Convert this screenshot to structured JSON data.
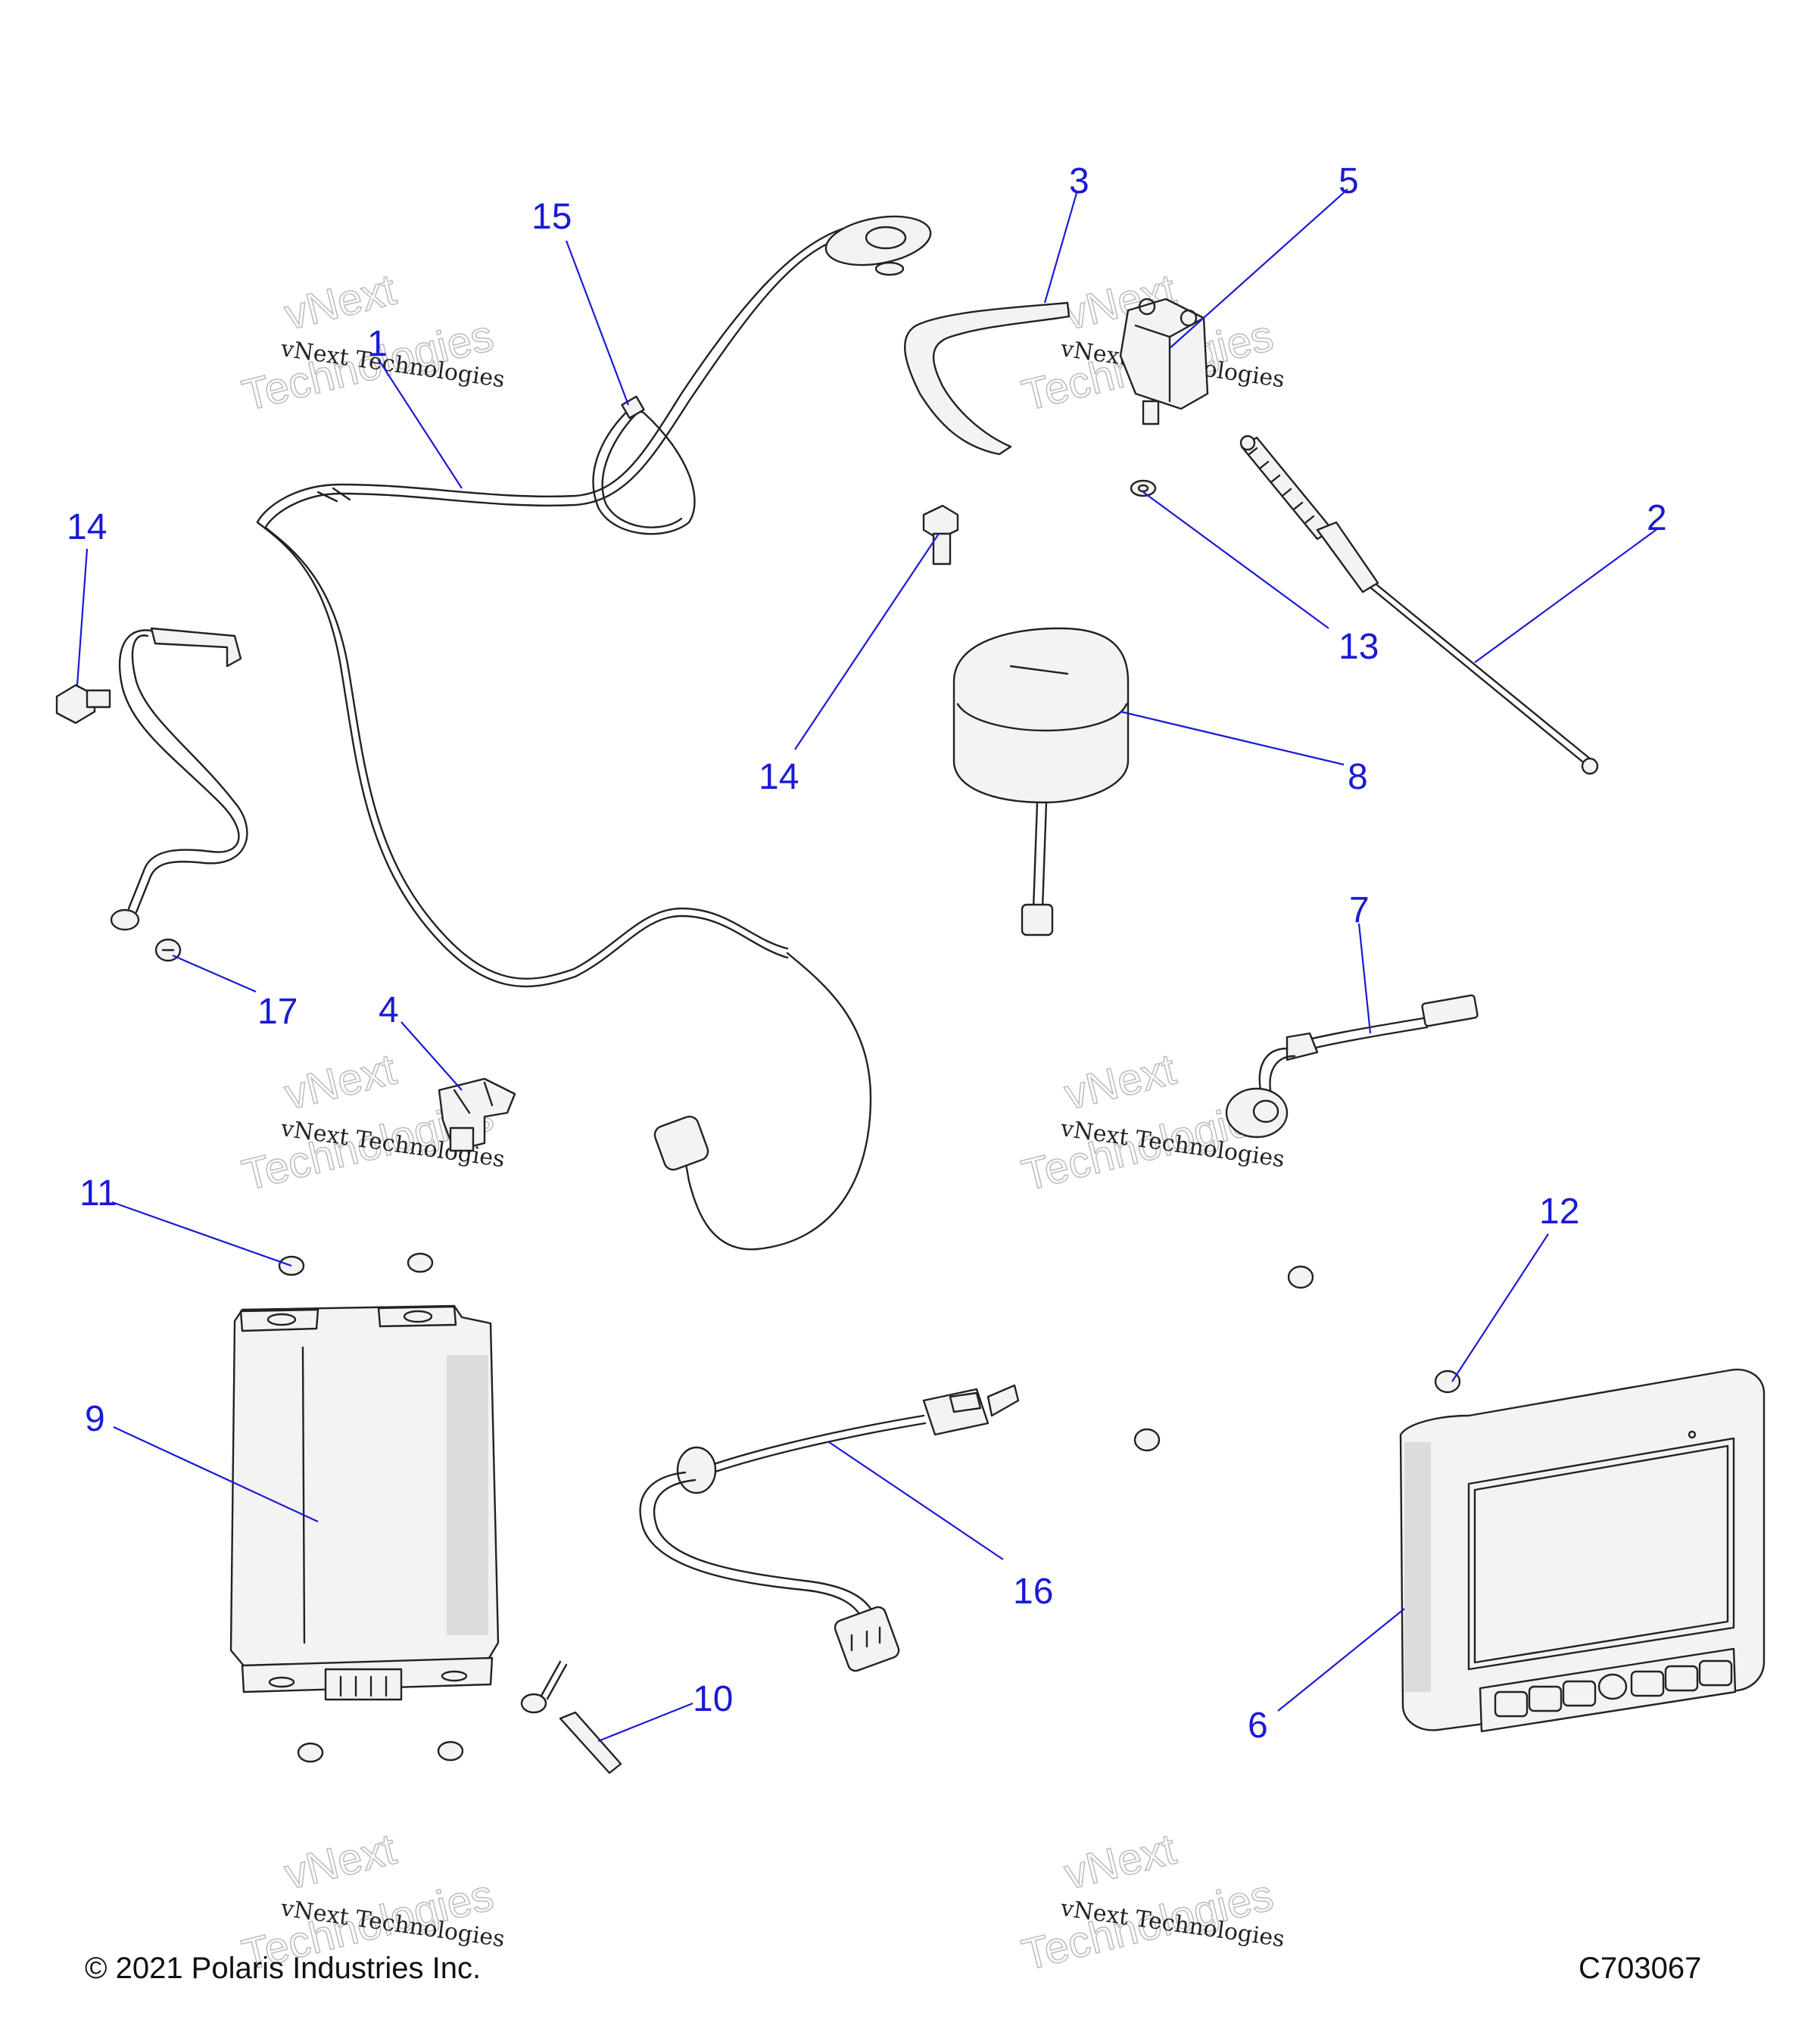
{
  "callouts": {
    "c1": "1",
    "c2": "2",
    "c3": "3",
    "c4": "4",
    "c5": "5",
    "c6": "6",
    "c7": "7",
    "c8": "8",
    "c9": "9",
    "c10": "10",
    "c11": "11",
    "c12": "12",
    "c13": "13",
    "c14a": "14",
    "c14b": "14",
    "c15": "15",
    "c16": "16",
    "c17": "17"
  },
  "watermark": {
    "line1": "vNext Technologies",
    "line2": "vNext",
    "line3": "Technologies"
  },
  "footer": {
    "copyright": "© 2021 Polaris Industries Inc.",
    "figure_code": "C703067"
  }
}
